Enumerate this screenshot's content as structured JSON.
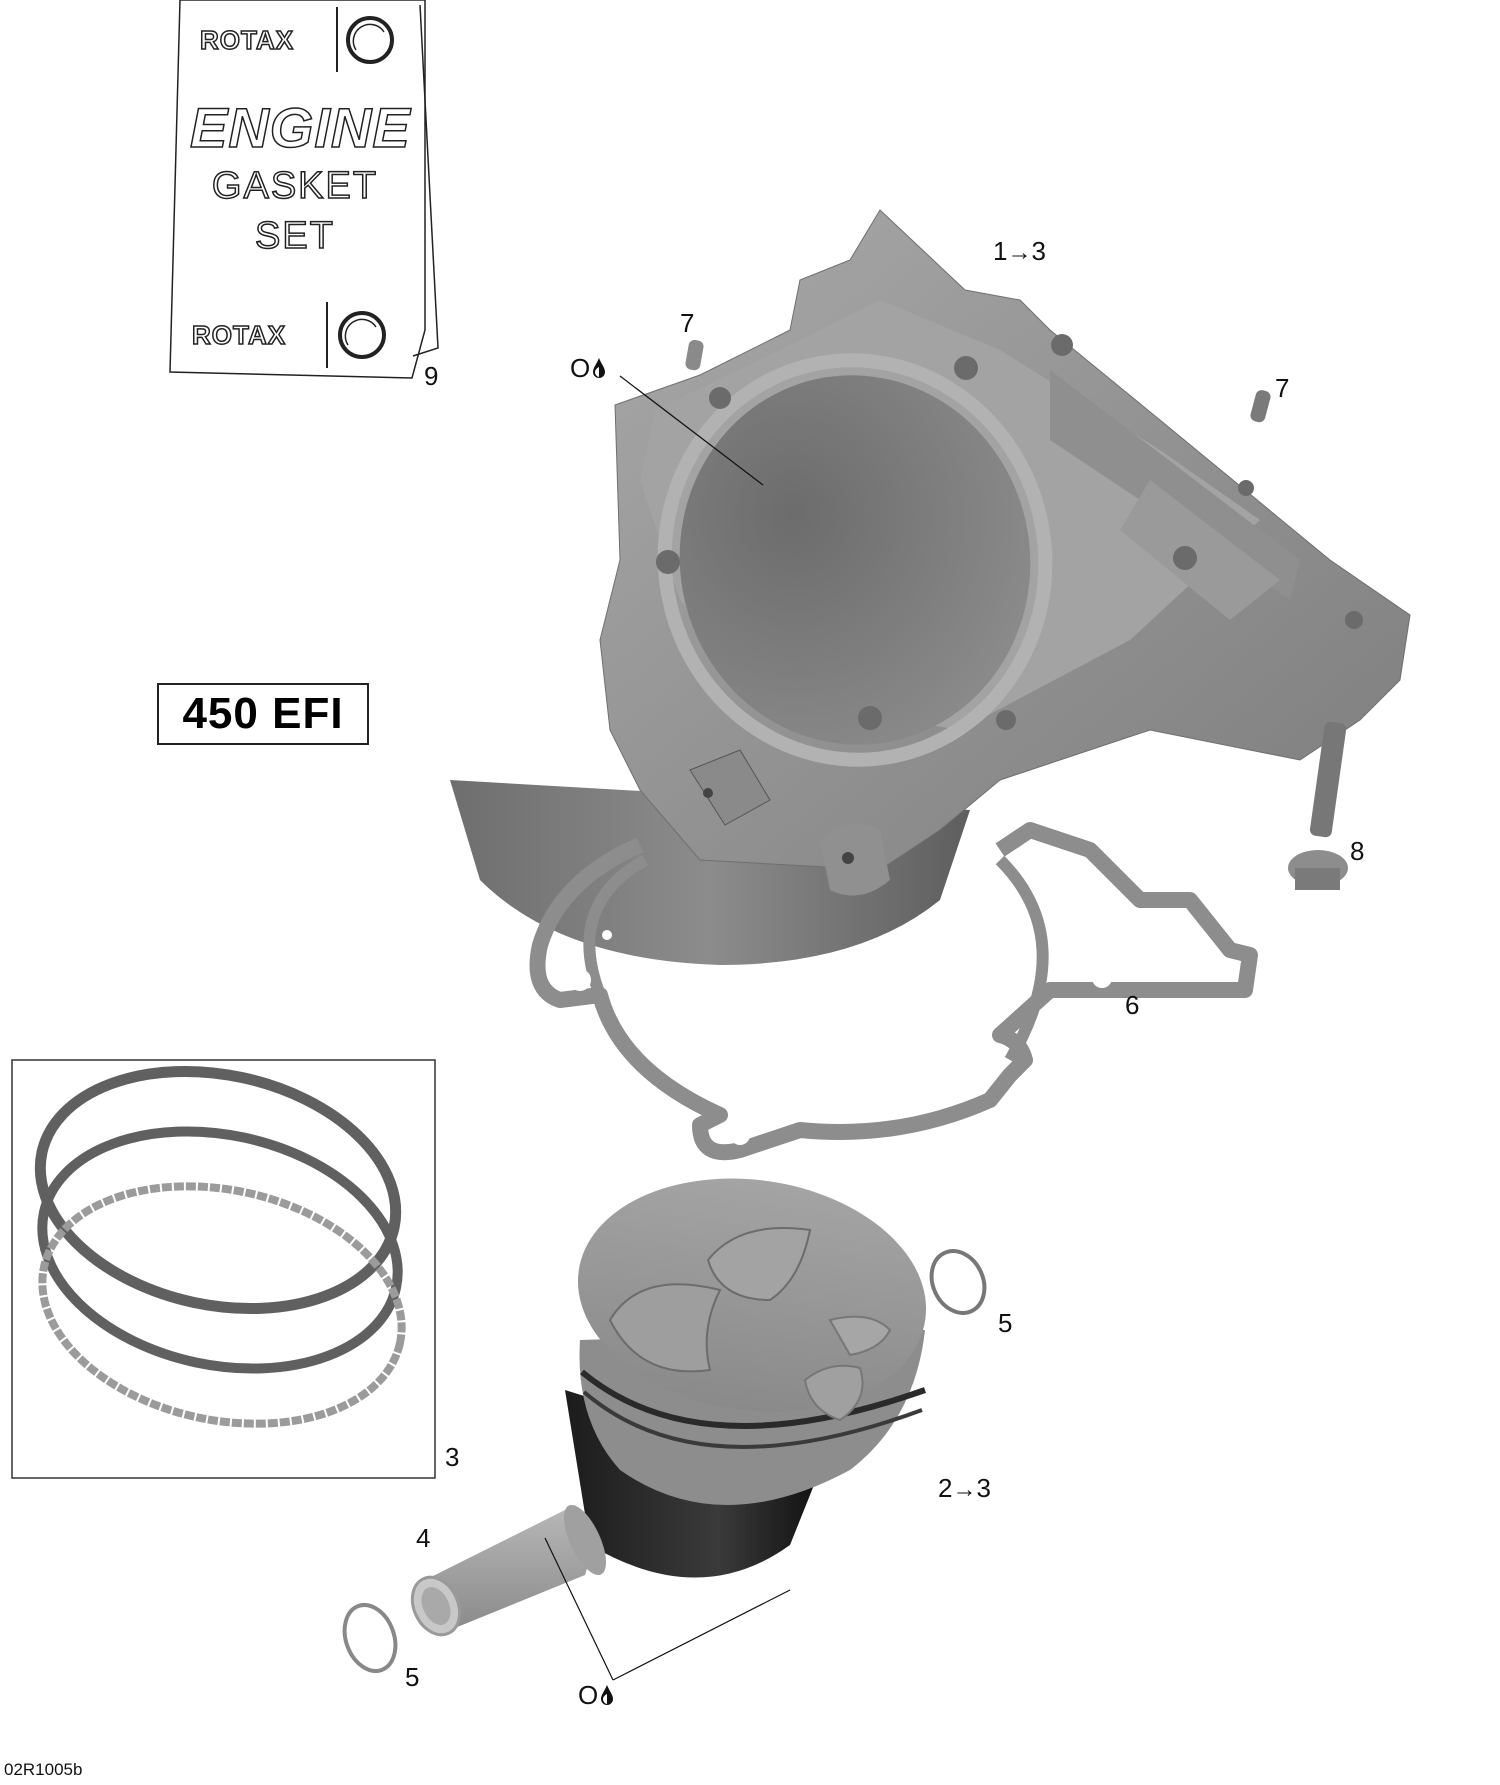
{
  "diagram": {
    "type": "exploded-parts-diagram",
    "subject": "Engine cylinder and piston assembly",
    "model_badge": "450 EFI",
    "figure_code": "02R1005b",
    "gasket_set_package": {
      "brand_top": "ROTAX",
      "brand_bottom": "ROTAX",
      "title_line1": "ENGINE",
      "title_line2": "GASKET",
      "title_line3": "SET",
      "logo": "brp-gauge-logo"
    },
    "callouts": [
      {
        "id": "1",
        "text": "1",
        "arrow": "→",
        "to": "3",
        "part": "cylinder"
      },
      {
        "id": "2",
        "text": "2",
        "arrow": "→",
        "to": "3",
        "part": "piston"
      },
      {
        "id": "3",
        "text": "3",
        "part": "piston-ring-set"
      },
      {
        "id": "4",
        "text": "4",
        "part": "piston-pin"
      },
      {
        "id": "5a",
        "text": "5",
        "part": "circlip-right"
      },
      {
        "id": "5b",
        "text": "5",
        "part": "circlip-left"
      },
      {
        "id": "6",
        "text": "6",
        "part": "cylinder-base-gasket"
      },
      {
        "id": "7a",
        "text": "7",
        "part": "dowel-pin-left"
      },
      {
        "id": "7b",
        "text": "7",
        "part": "dowel-pin-right"
      },
      {
        "id": "8",
        "text": "8",
        "part": "cylinder-bolt"
      },
      {
        "id": "9",
        "text": "9",
        "part": "engine-gasket-set"
      }
    ],
    "lubrication_notes": [
      {
        "symbol": "O",
        "icon": "oil-drop-icon",
        "target": "cylinder-bore"
      },
      {
        "symbol": "O",
        "icon": "oil-drop-icon",
        "target": "piston-pin-and-piston"
      }
    ]
  }
}
